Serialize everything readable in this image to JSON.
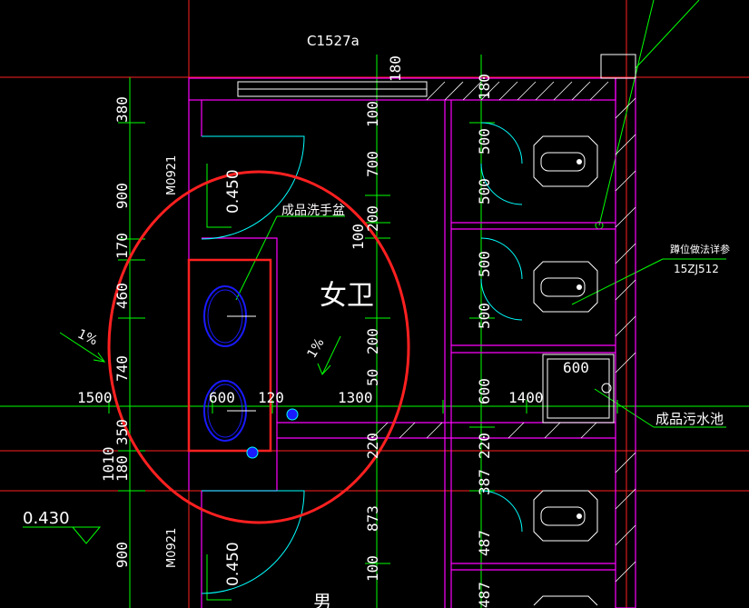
{
  "window_label": "C1527a",
  "room": {
    "label": "女卫"
  },
  "door_left_top": "M0921",
  "door_left_bottom": "M0921",
  "annotations": {
    "sink": "成品洗手盆",
    "squat_ref_1": "蹲位做法详参",
    "squat_ref_2": "15ZJ512",
    "mop_sink": "成品污水池"
  },
  "levels": {
    "door_top": "0.450",
    "door_bottom": "0.450",
    "floor_left": "0.430"
  },
  "slopes": {
    "left": "1%",
    "center": "1%"
  },
  "dims": {
    "left_col": [
      "380",
      "900",
      "170",
      "460",
      "740",
      "350",
      "1010",
      "180",
      "900"
    ],
    "top_v": "180",
    "top_v2": "180",
    "mid_col": [
      "100",
      "700",
      "200",
      "100",
      "200",
      "50",
      "220",
      "873",
      "100"
    ],
    "right_col": [
      "500",
      "500",
      "500",
      "500",
      "600",
      "220",
      "387",
      "487",
      "487"
    ],
    "horizontal": [
      "1500",
      "600",
      "120",
      "1300",
      "1400",
      "600"
    ]
  },
  "colors": {
    "wall": "#ff00ff",
    "dim_line": "#00ff00",
    "axis": "#ff0000",
    "cloud": "#ff2020",
    "fixture": "#00ffff",
    "sink_blue": "#1a1aff"
  }
}
